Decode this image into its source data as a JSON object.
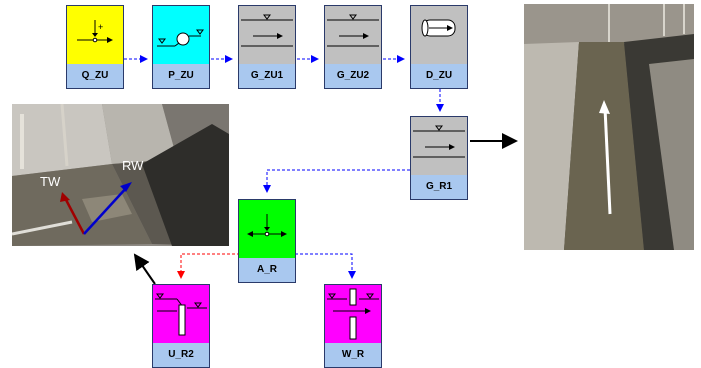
{
  "blocks": {
    "q_zu": {
      "label": "Q_ZU",
      "color": "#ffff00"
    },
    "p_zu": {
      "label": "P_ZU",
      "color": "#00ffff"
    },
    "g_zu1": {
      "label": "G_ZU1",
      "color": "#c0c0c0"
    },
    "g_zu2": {
      "label": "G_ZU2",
      "color": "#c0c0c0"
    },
    "d_zu": {
      "label": "D_ZU",
      "color": "#c0c0c0"
    },
    "g_r1": {
      "label": "G_R1",
      "color": "#c0c0c0"
    },
    "a_r": {
      "label": "A_R",
      "color": "#00ff00"
    },
    "u_r2": {
      "label": "U_R2",
      "color": "#ff00ff"
    },
    "w_r": {
      "label": "W_R",
      "color": "#ff00ff"
    }
  },
  "photo_left": {
    "label_tw": "TW",
    "label_rw": "RW"
  },
  "colors": {
    "connector_blue": "#0000ff",
    "connector_red": "#ff0000",
    "label_bg": "#a9c8ef",
    "arrow_black": "#000000"
  }
}
